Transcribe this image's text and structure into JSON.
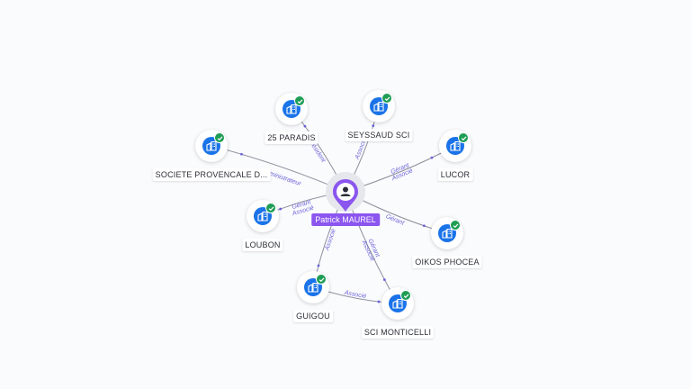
{
  "center": {
    "name": "Patrick MAUREL",
    "icon": "person-icon",
    "color": "#8b55ef"
  },
  "colors": {
    "company_badge": "#1a73e8",
    "verified": "#1f9d55",
    "edge_label": "#6a63d8",
    "edge": "#8d8f9c"
  },
  "companies": [
    {
      "id": "25-paradis",
      "name": "25 PARADIS",
      "icon": "building-icon",
      "verified": true
    },
    {
      "id": "seyssaud-sci",
      "name": "SEYSSAUD SCI",
      "icon": "building-icon",
      "verified": true
    },
    {
      "id": "lucor",
      "name": "LUCOR",
      "icon": "building-icon",
      "verified": true
    },
    {
      "id": "societe-provencale",
      "name": "SOCIETE PROVENCALE D...",
      "icon": "building-icon",
      "verified": true
    },
    {
      "id": "loubon",
      "name": "LOUBON",
      "icon": "building-icon",
      "verified": true
    },
    {
      "id": "oikos-phocea",
      "name": "OIKOS PHOCEA",
      "icon": "building-icon",
      "verified": true
    },
    {
      "id": "guigou",
      "name": "GUIGOU",
      "icon": "building-icon",
      "verified": true
    },
    {
      "id": "sci-monticelli",
      "name": "SCI MONTICELLI",
      "icon": "building-icon",
      "verified": true
    }
  ],
  "relations": [
    {
      "from": "center",
      "to": "25-paradis",
      "label": "Président"
    },
    {
      "from": "center",
      "to": "seyssaud-sci",
      "label": "Associé"
    },
    {
      "from": "center",
      "to": "lucor",
      "label": "Gérant Associé"
    },
    {
      "from": "center",
      "to": "societe-provencale",
      "label": "Administrateur"
    },
    {
      "from": "center",
      "to": "loubon",
      "label": "Gérant Associé"
    },
    {
      "from": "center",
      "to": "oikos-phocea",
      "label": "Gérant"
    },
    {
      "from": "center",
      "to": "guigou",
      "label": "Associé"
    },
    {
      "from": "center",
      "to": "sci-monticelli",
      "label": "Gérant Associé"
    },
    {
      "from": "guigou",
      "to": "sci-monticelli",
      "label": "Associé"
    }
  ]
}
